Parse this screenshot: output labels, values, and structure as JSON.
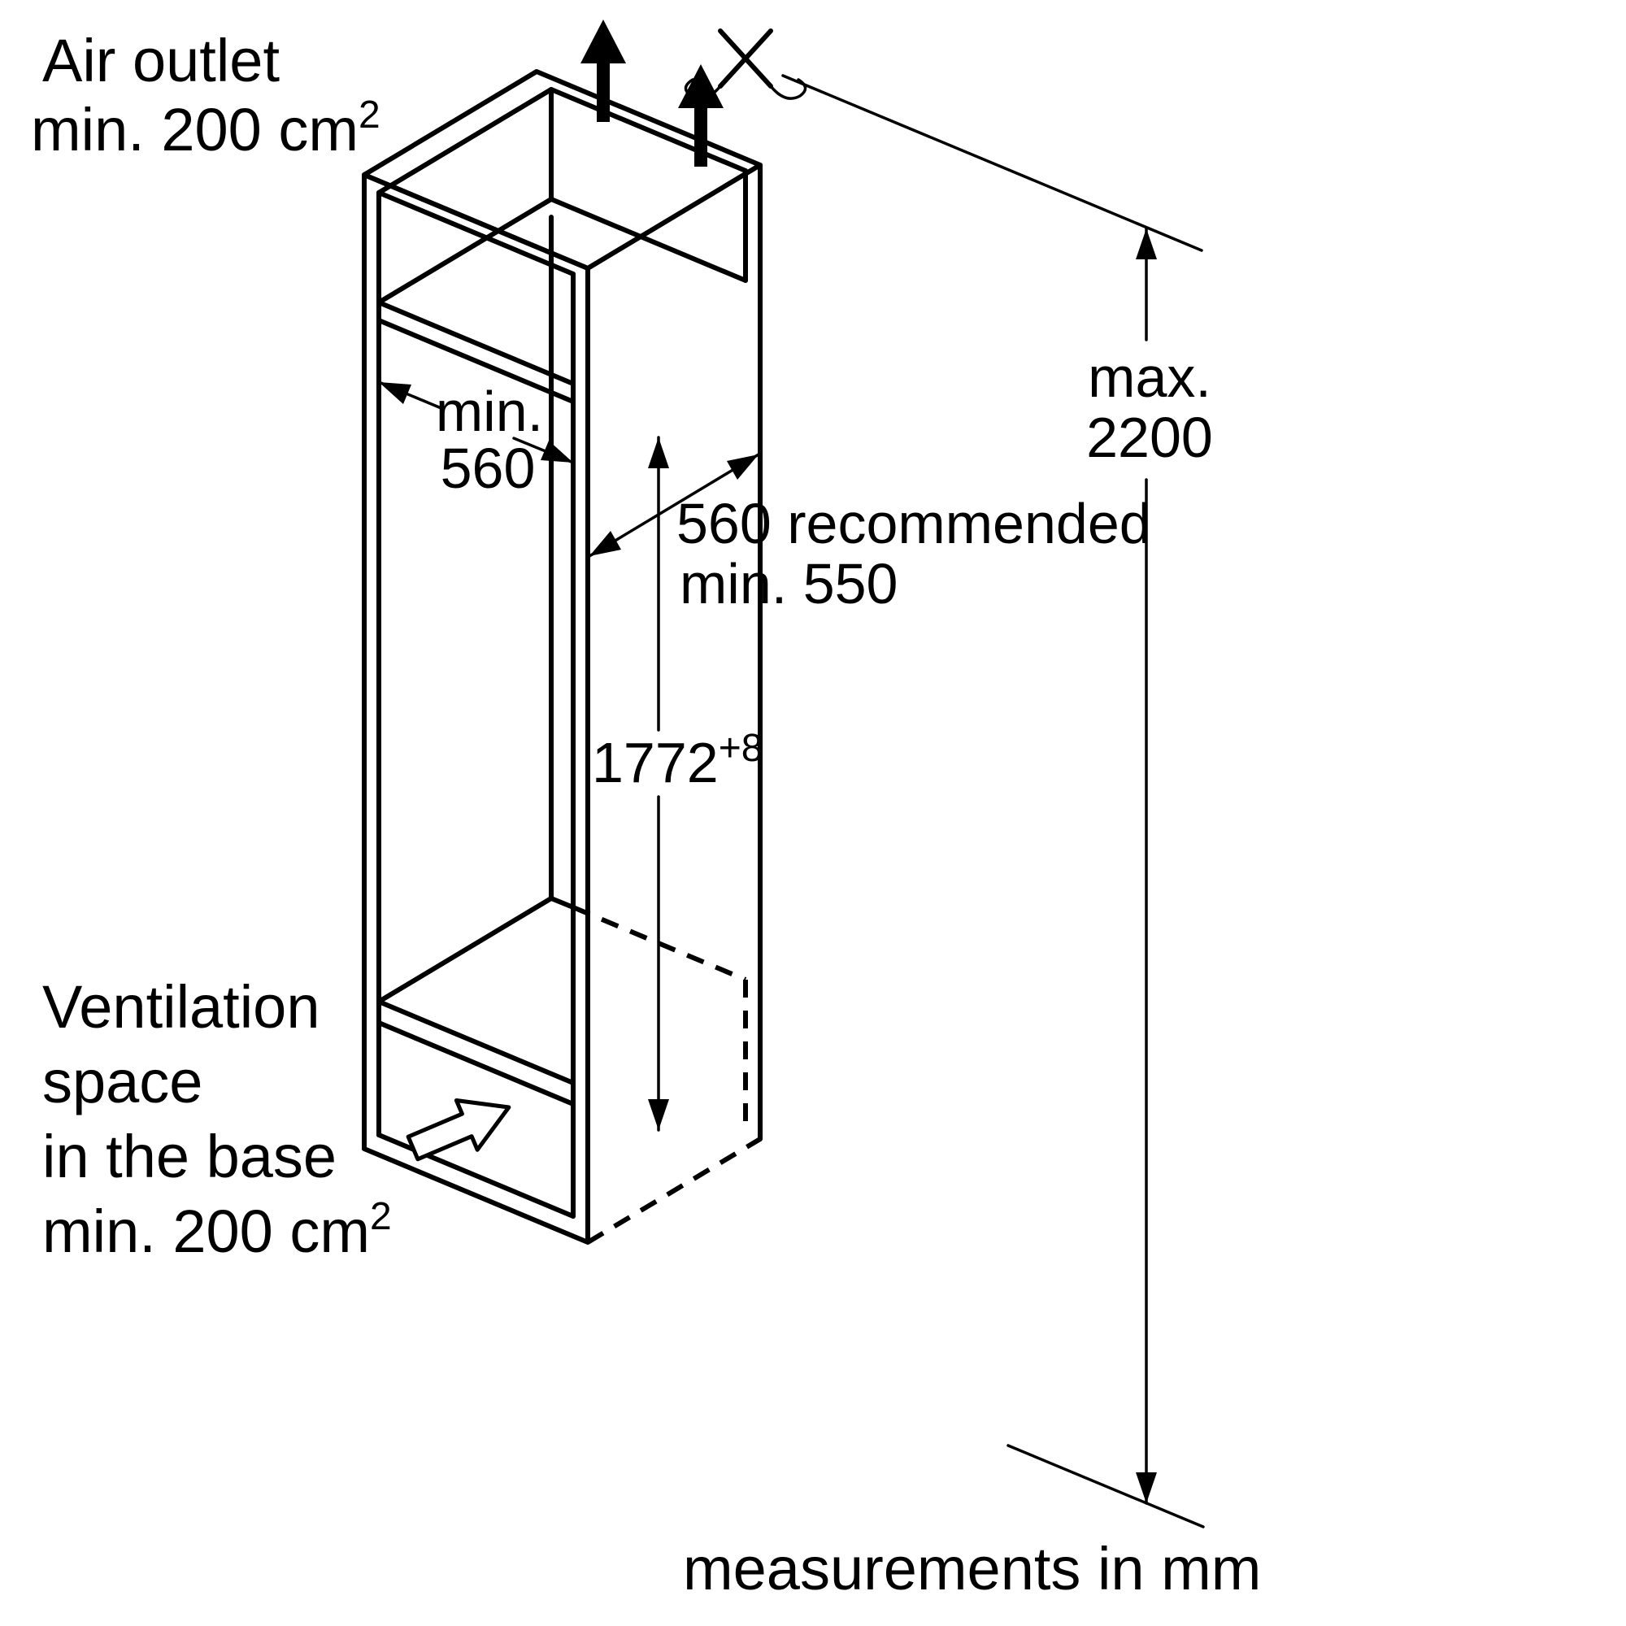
{
  "page": {
    "background": "#ffffff",
    "line_color": "#000000",
    "description": "Built-in appliance niche installation diagram"
  },
  "labels": {
    "air_outlet": {
      "line1": "Air outlet",
      "line2": "min. 200 cm",
      "sup": "2"
    },
    "ventilation": {
      "line1": "Ventilation",
      "line2": "space",
      "line3": "in the base",
      "line4": "min. 200 cm",
      "sup": "2"
    },
    "footer": "measurements in mm"
  },
  "dimensions": {
    "niche_width": {
      "line1": "min.",
      "line2": "560"
    },
    "niche_depth": {
      "line1": "560 recommended",
      "line2": "min. 550"
    },
    "niche_height": {
      "value": "1772",
      "tolerance": "+8"
    },
    "overall_height": {
      "line1": "max.",
      "line2": "2200"
    }
  },
  "icons": {
    "airflow": "up-arrow",
    "cut": "scissors",
    "base_airflow": "outline-arrow"
  }
}
